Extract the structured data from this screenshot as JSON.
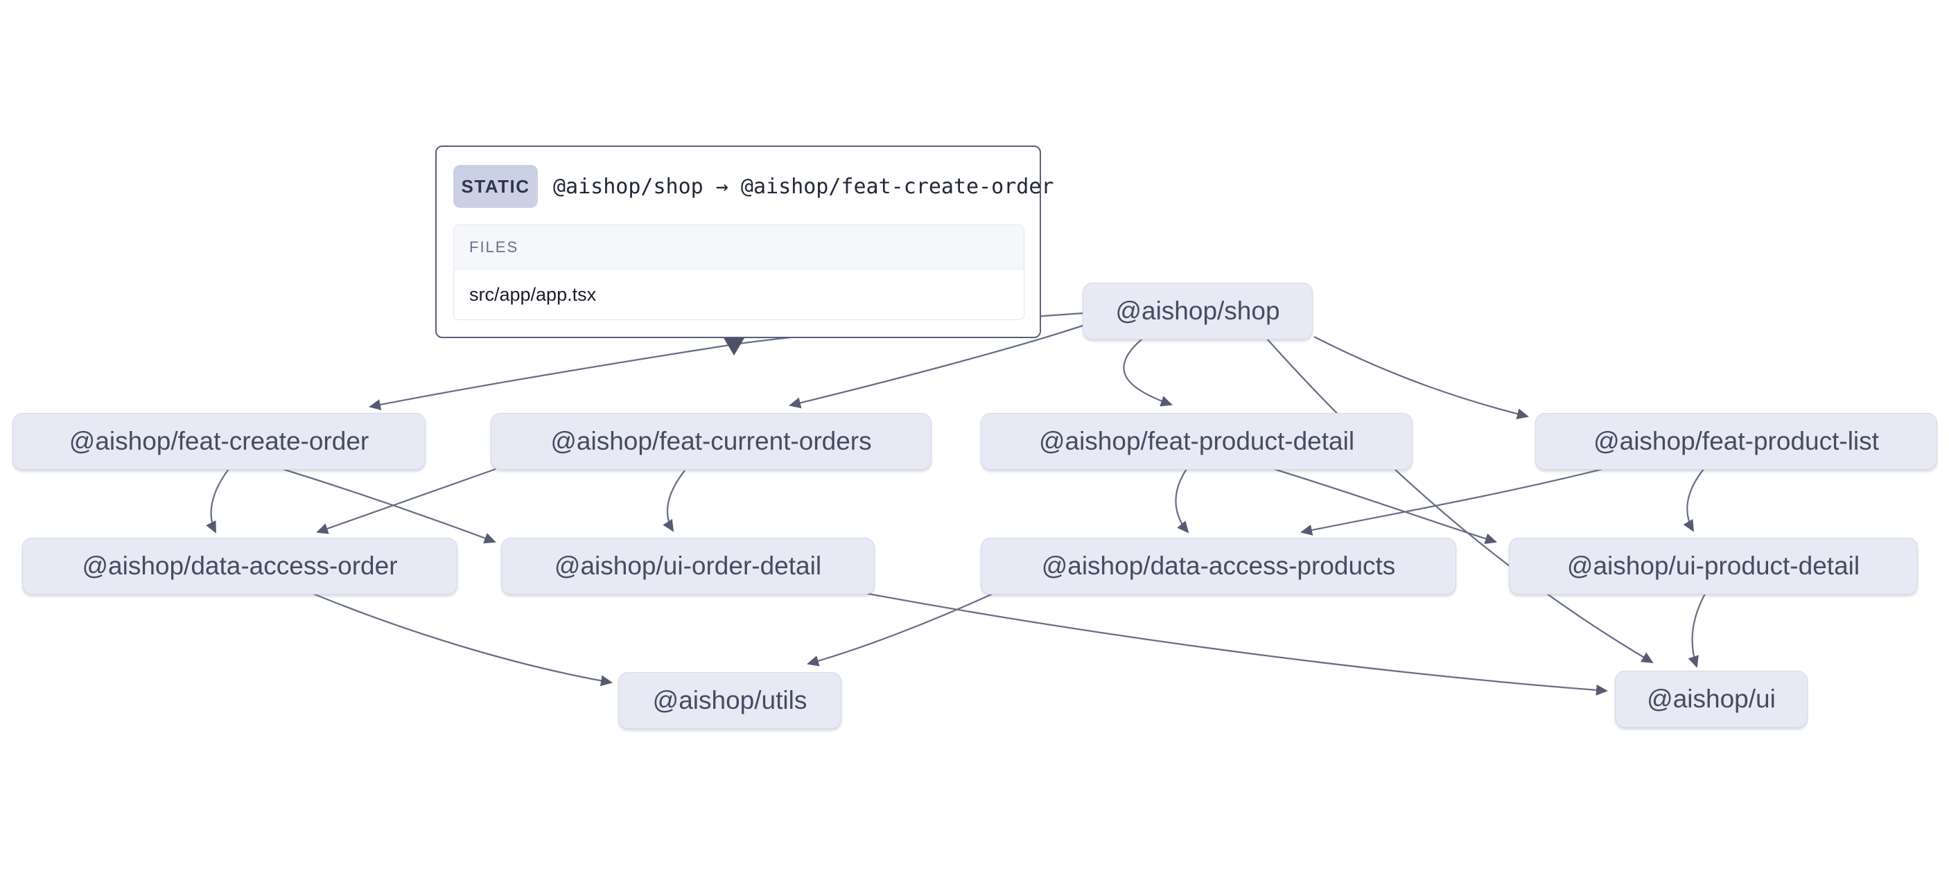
{
  "tooltip": {
    "badge": "STATIC",
    "route": "@aishop/shop → @aishop/feat-create-order",
    "files_label": "FILES",
    "files": [
      "src/app/app.tsx"
    ]
  },
  "graph": {
    "nodes": [
      {
        "id": "shop",
        "label": "@aishop/shop"
      },
      {
        "id": "feat-create-order",
        "label": "@aishop/feat-create-order"
      },
      {
        "id": "feat-current-orders",
        "label": "@aishop/feat-current-orders"
      },
      {
        "id": "feat-product-detail",
        "label": "@aishop/feat-product-detail"
      },
      {
        "id": "feat-product-list",
        "label": "@aishop/feat-product-list"
      },
      {
        "id": "data-access-order",
        "label": "@aishop/data-access-order"
      },
      {
        "id": "ui-order-detail",
        "label": "@aishop/ui-order-detail"
      },
      {
        "id": "data-access-products",
        "label": "@aishop/data-access-products"
      },
      {
        "id": "ui-product-detail",
        "label": "@aishop/ui-product-detail"
      },
      {
        "id": "utils",
        "label": "@aishop/utils"
      },
      {
        "id": "ui",
        "label": "@aishop/ui"
      }
    ],
    "edges": [
      {
        "from": "@aishop/shop",
        "to": "@aishop/feat-create-order",
        "type": "static",
        "highlighted": true
      },
      {
        "from": "@aishop/shop",
        "to": "@aishop/feat-current-orders",
        "type": "static",
        "highlighted": false
      },
      {
        "from": "@aishop/shop",
        "to": "@aishop/feat-product-detail",
        "type": "static",
        "highlighted": false
      },
      {
        "from": "@aishop/shop",
        "to": "@aishop/feat-product-list",
        "type": "static",
        "highlighted": false
      },
      {
        "from": "@aishop/shop",
        "to": "@aishop/ui",
        "type": "static",
        "highlighted": false
      },
      {
        "from": "@aishop/feat-create-order",
        "to": "@aishop/data-access-order",
        "type": "static",
        "highlighted": false
      },
      {
        "from": "@aishop/feat-create-order",
        "to": "@aishop/ui-order-detail",
        "type": "static",
        "highlighted": false
      },
      {
        "from": "@aishop/feat-current-orders",
        "to": "@aishop/data-access-order",
        "type": "static",
        "highlighted": false
      },
      {
        "from": "@aishop/feat-current-orders",
        "to": "@aishop/ui-order-detail",
        "type": "static",
        "highlighted": false
      },
      {
        "from": "@aishop/feat-product-detail",
        "to": "@aishop/data-access-products",
        "type": "static",
        "highlighted": false
      },
      {
        "from": "@aishop/feat-product-detail",
        "to": "@aishop/ui-product-detail",
        "type": "static",
        "highlighted": false
      },
      {
        "from": "@aishop/feat-product-list",
        "to": "@aishop/data-access-products",
        "type": "static",
        "highlighted": false
      },
      {
        "from": "@aishop/feat-product-list",
        "to": "@aishop/ui-product-detail",
        "type": "static",
        "highlighted": false
      },
      {
        "from": "@aishop/data-access-order",
        "to": "@aishop/utils",
        "type": "static",
        "highlighted": false
      },
      {
        "from": "@aishop/data-access-products",
        "to": "@aishop/utils",
        "type": "static",
        "highlighted": false
      },
      {
        "from": "@aishop/ui-order-detail",
        "to": "@aishop/ui",
        "type": "static",
        "highlighted": false
      },
      {
        "from": "@aishop/ui-product-detail",
        "to": "@aishop/ui",
        "type": "static",
        "highlighted": false
      }
    ]
  },
  "colors": {
    "background": "#ffffff",
    "node_fill": "#e7e9f4",
    "node_border": "#d5d8e7",
    "node_text": "#464b60",
    "edge": "#686d86",
    "arrowhead": "#565b72",
    "highlight_arrow": "#4c5168",
    "tooltip_border": "#596078",
    "badge_bg": "#cbd0e4",
    "badge_text": "#2f3550",
    "files_header_bg": "#f6f7fb"
  }
}
